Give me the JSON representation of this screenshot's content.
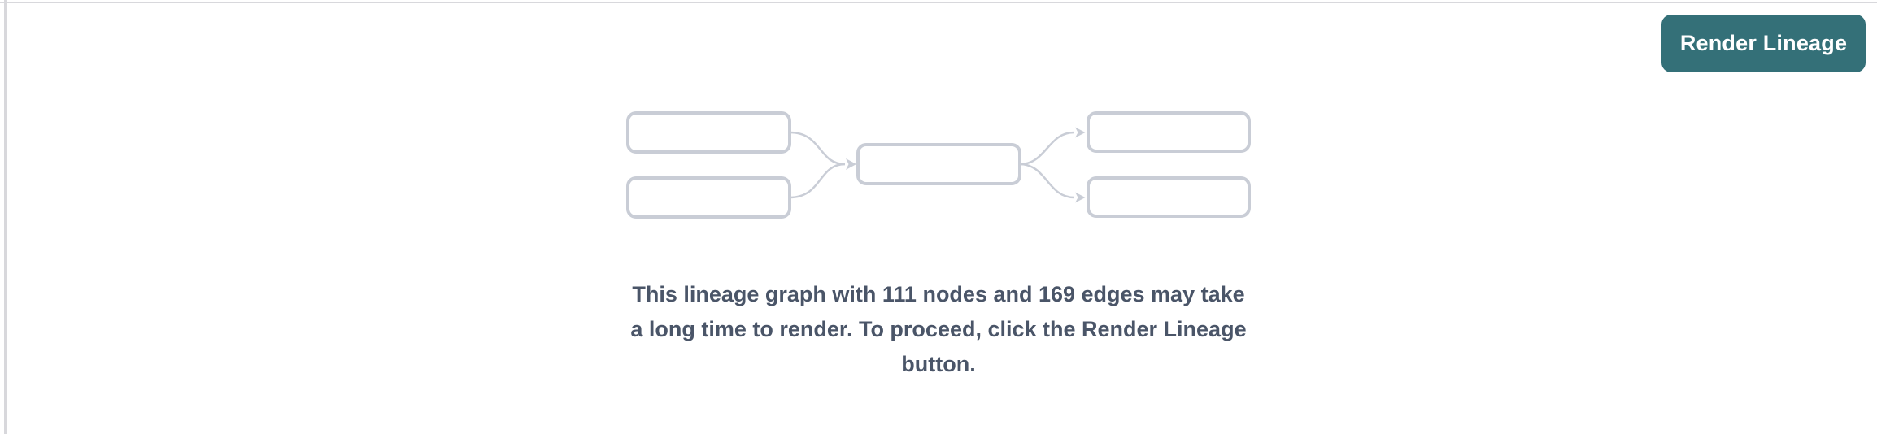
{
  "panel": {
    "background": "#ffffff"
  },
  "toolbar": {
    "render_button_label": "Render Lineage"
  },
  "stats": {
    "nodes": 111,
    "edges": 169
  },
  "message": {
    "full_text": "This lineage graph with 111 nodes and 169 edges may take a long time to render. To proceed, click the Render Lineage button.",
    "lines": [
      "This lineage graph with 111 nodes and 169 edges may take",
      "a long time to render. To proceed, click the Render Lineage",
      "button."
    ]
  },
  "illustration": {
    "name": "lineage-graph-skeleton",
    "boxes": 5,
    "edges": 4
  },
  "colors": {
    "accent_teal": "#347078",
    "button_text": "#ffffff",
    "message_text": "#4a5568",
    "skeleton_gray": "#c9cdd6",
    "divider_gray": "#d8d8dc"
  }
}
